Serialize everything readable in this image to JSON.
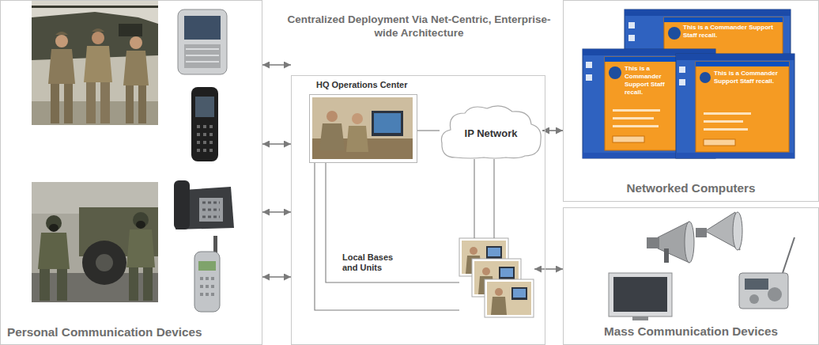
{
  "diagram": {
    "nodes": [
      {
        "text": [
          "Personal Communication Devices"
        ]
      },
      {
        "text": [
          "Centralized Deployment Via Net-Centric, Enterprise-wide Architecture"
        ]
      },
      {
        "text": [
          "HQ Operations Center"
        ],
        "in": 1
      },
      {
        "text": [
          "IP Network"
        ],
        "in": 1
      },
      {
        "text": [
          "Local Bases and Units"
        ],
        "in": 1
      },
      {
        "text": [
          "Networked Computers"
        ]
      },
      {
        "text": [
          "Mass Communication Devices"
        ]
      }
    ],
    "edges": [
      {
        "from": 0,
        "to": 1,
        "arrow": "both"
      },
      {
        "from": 0,
        "to": 1,
        "arrow": "both"
      },
      {
        "from": 0,
        "to": 1,
        "arrow": "both"
      },
      {
        "from": 0,
        "to": 1,
        "arrow": "both"
      },
      {
        "from": 2,
        "to": 3,
        "arrow": "none"
      },
      {
        "from": 2,
        "to": 4,
        "arrow": "none"
      },
      {
        "from": 2,
        "to": 4,
        "arrow": "none"
      },
      {
        "from": 3,
        "to": 4,
        "arrow": "none"
      },
      {
        "from": 3,
        "to": 4,
        "arrow": "none"
      },
      {
        "from": 3,
        "to": 5,
        "arrow": "both"
      },
      {
        "from": 4,
        "to": 6,
        "arrow": "both"
      }
    ],
    "labels": [
      "This is a Commander Support Staff recall.",
      "This is a Commander Support Staff recall.",
      "This is a Commander Support Staff recall."
    ]
  }
}
